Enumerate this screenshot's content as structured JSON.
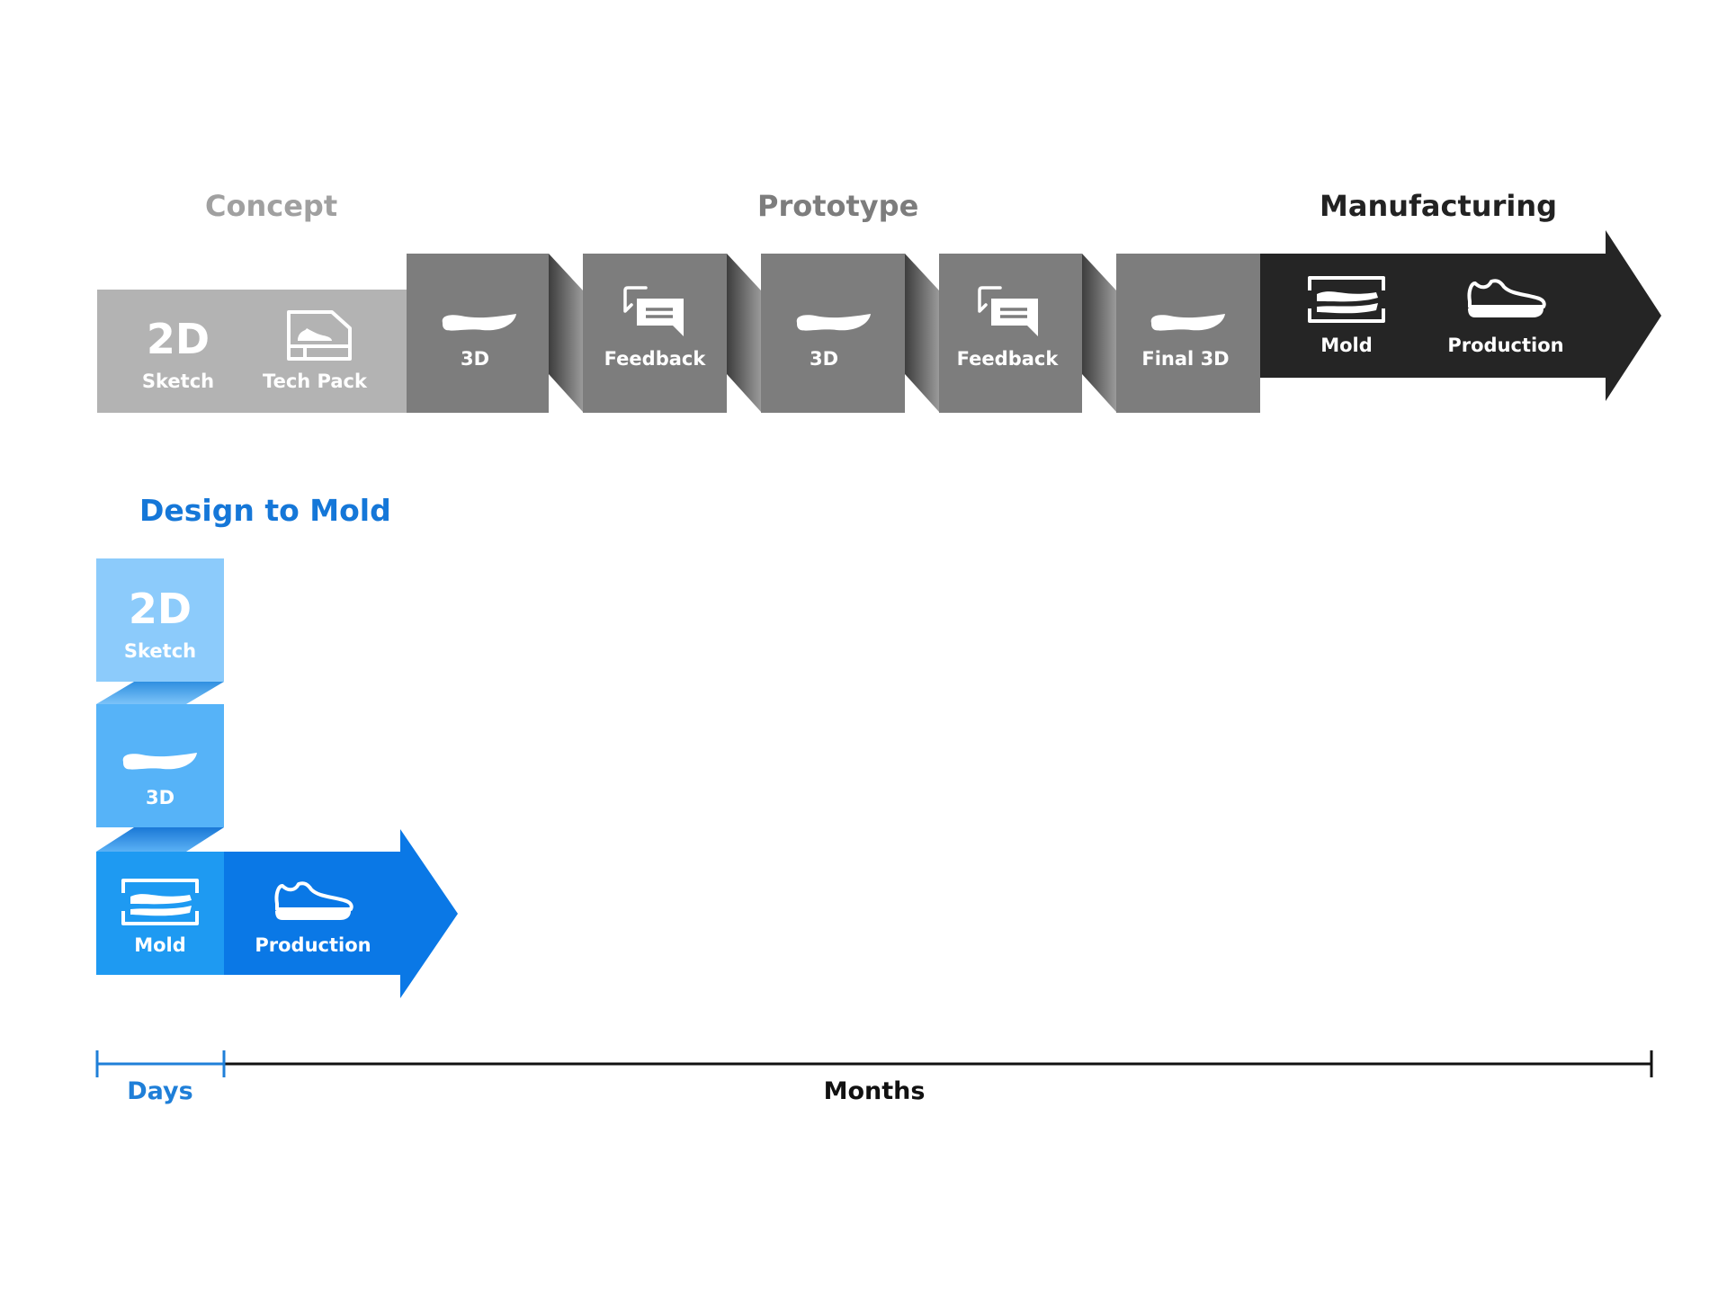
{
  "colors": {
    "concept": "#b3b3b3",
    "prototype": "#7d7d7d",
    "manufacturing": "#252525",
    "concept_title": "#a0a0a0",
    "prototype_title": "#7d7d7d",
    "manufacturing_title": "#222222",
    "blue_light": "#8ccbfb",
    "blue_mid": "#56b3f8",
    "blue_bright": "#1e9af2",
    "blue_dark": "#0a78e6",
    "blue_title": "#1577d8",
    "axis_days": "#1f7fd8",
    "axis_months": "#111111"
  },
  "phases": {
    "concept": "Concept",
    "prototype": "Prototype",
    "manufacturing": "Manufacturing"
  },
  "top_flow": {
    "sketch_big": "2D",
    "sketch_label": "Sketch",
    "techpack_label": "Tech Pack",
    "proto_steps": [
      "3D",
      "Feedback",
      "3D",
      "Feedback",
      "Final 3D"
    ],
    "mold_label": "Mold",
    "production_label": "Production"
  },
  "design_to_mold": {
    "title": "Design to Mold",
    "sketch_big": "2D",
    "sketch_label": "Sketch",
    "threed_label": "3D",
    "mold_label": "Mold",
    "production_label": "Production"
  },
  "timeline": {
    "days_label": "Days",
    "months_label": "Months"
  }
}
